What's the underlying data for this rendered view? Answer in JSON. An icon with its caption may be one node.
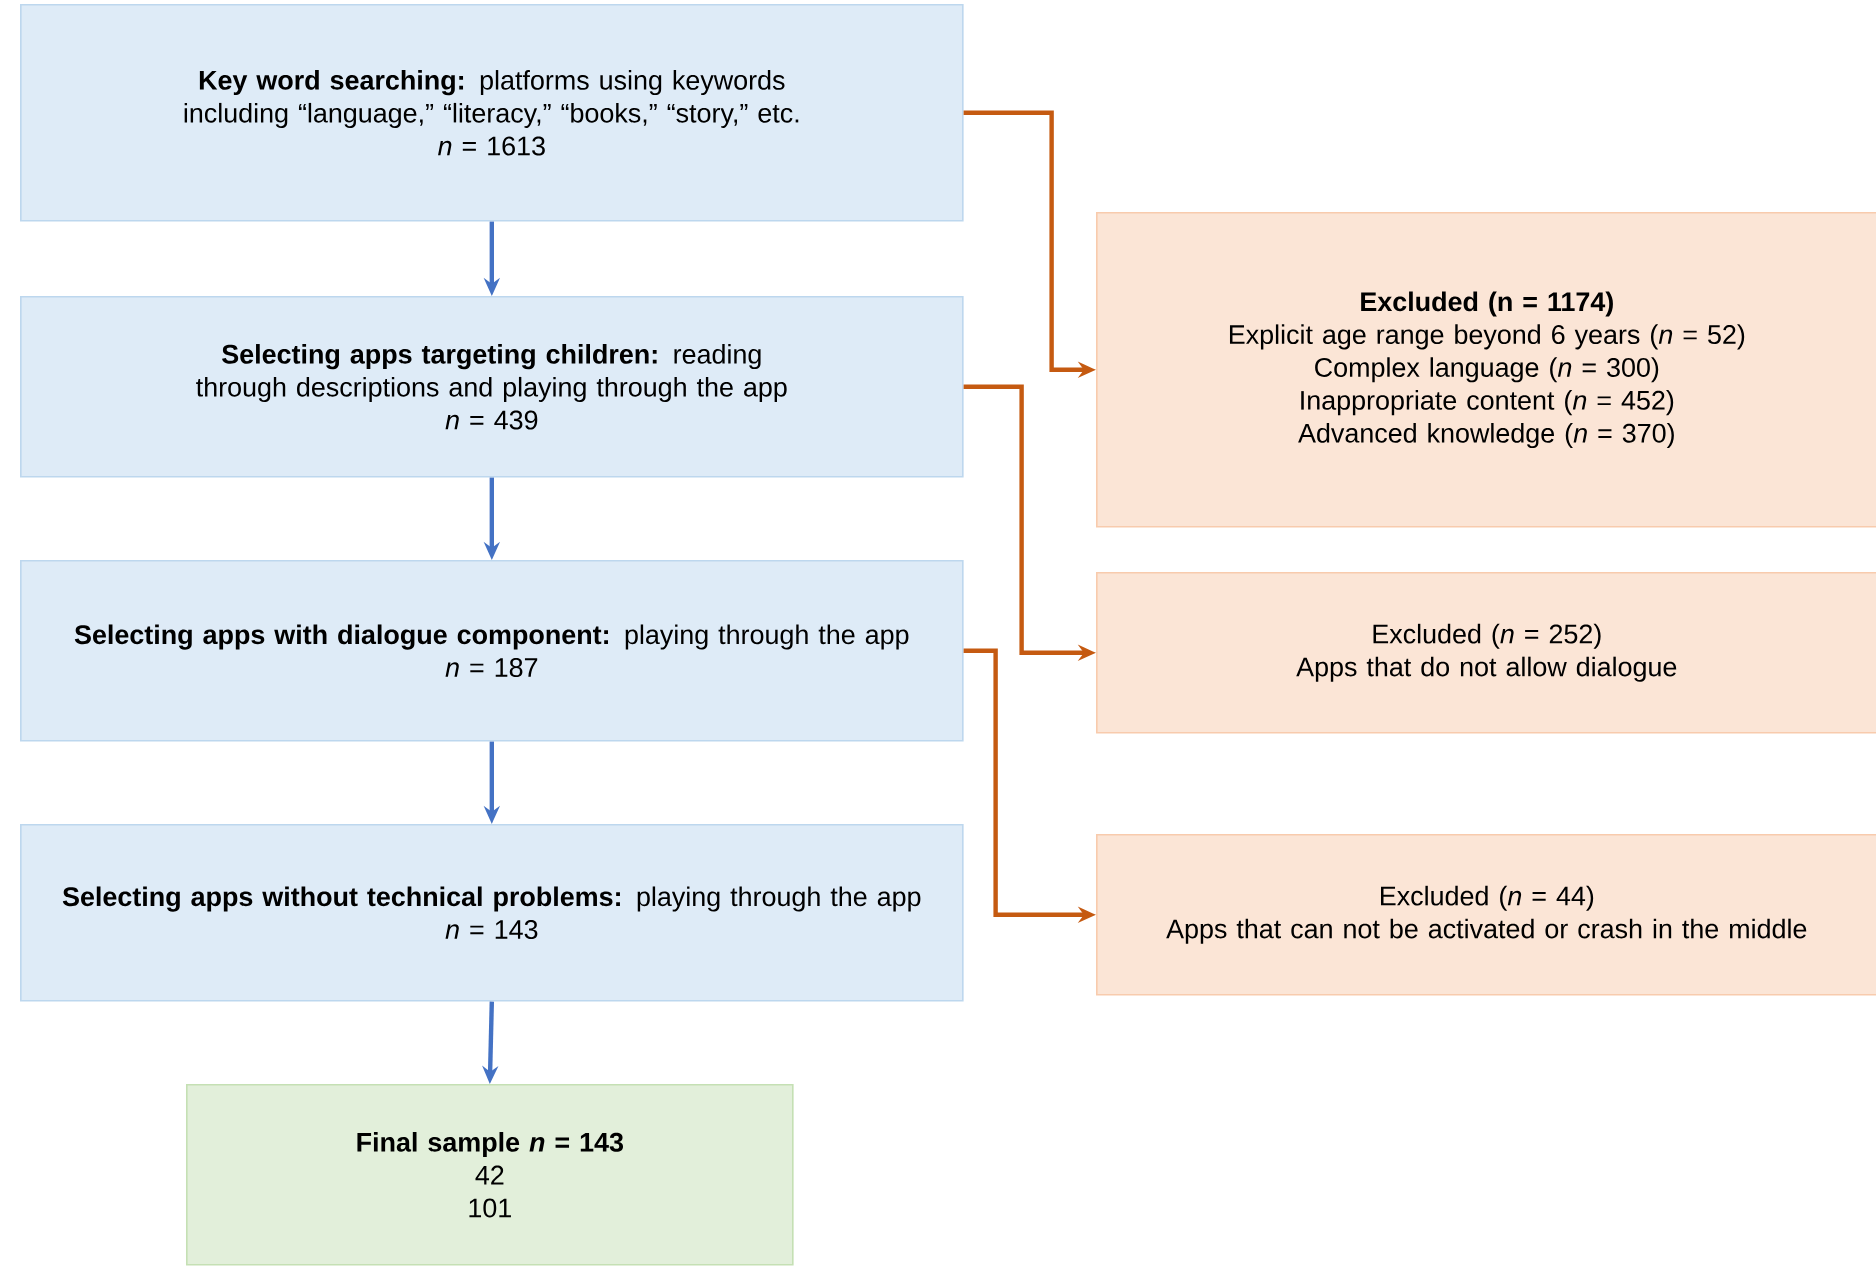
{
  "diagram": {
    "nodes": [
      {
        "text": [
          "**Key word searching:** platforms using keywords including “language,” “literacy,” “books,” “story,” etc.",
          "*n* = 1613"
        ]
      },
      {
        "text": [
          "**Selecting apps targeting children:** reading through descriptions and playing through the app",
          "*n* = 439"
        ]
      },
      {
        "text": [
          "**Selecting apps with dialogue component:** playing through the app",
          "*n* = 187"
        ]
      },
      {
        "text": [
          "**Selecting apps without technical problems:** playing through the app",
          "*n* = 143"
        ]
      },
      {
        "text": [
          "Final sample *n* = 143",
          "42",
          "101"
        ]
      },
      {
        "text": [
          "Excluded (n = 1174)",
          "Explicit age range beyond 6 years (*n* = 52)",
          "Complex language (*n* = 300)",
          "Inappropriate content (*n* = 452)",
          "Advanced knowledge (*n* = 370)"
        ]
      },
      {
        "text": [
          "Excluded (*n* = 252)",
          "Apps that do not allow dialogue"
        ]
      },
      {
        "text": [
          "Excluded (*n* = 44)",
          "Apps that can not be activated or crash in the middle"
        ]
      }
    ],
    "edges": [
      {
        "from": 0,
        "to": 1,
        "arrow": "to"
      },
      {
        "from": 1,
        "to": 2,
        "arrow": "to"
      },
      {
        "from": 2,
        "to": 3,
        "arrow": "to"
      },
      {
        "from": 3,
        "to": 4,
        "arrow": "to"
      },
      {
        "from": 0,
        "to": 5,
        "arrow": "to",
        "color": "#c55a11"
      },
      {
        "from": 1,
        "to": 6,
        "arrow": "to",
        "color": "#c55a11"
      },
      {
        "from": 2,
        "to": 7,
        "arrow": "to",
        "color": "#c55a11"
      }
    ]
  }
}
